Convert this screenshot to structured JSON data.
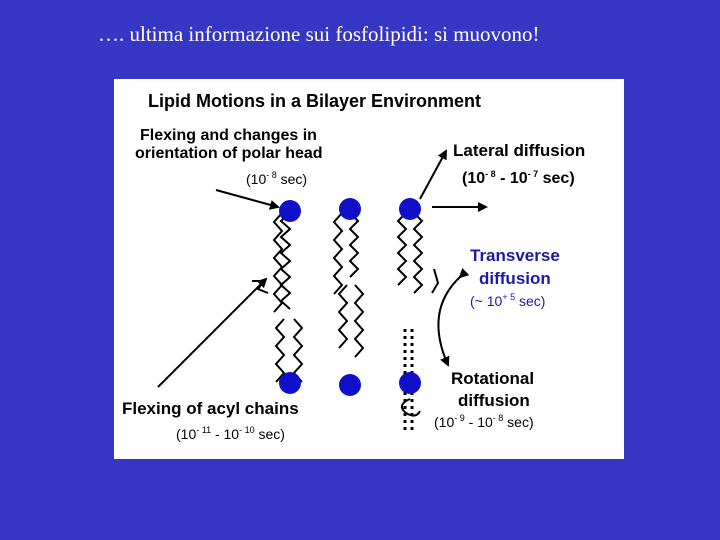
{
  "slide": {
    "title": "…. ultima informazione sui fosfolipidi: si muovono!"
  },
  "diagram": {
    "title": "Lipid Motions in a Bilayer Environment",
    "head_flex": {
      "line1": "Flexing and changes in",
      "line2": "orientation of polar head",
      "time_base": "(10",
      "time_exp": "- 8",
      "time_unit": " sec)"
    },
    "lateral": {
      "label": "Lateral diffusion",
      "t_open": "(10",
      "t_exp1": "- 8",
      "t_mid": " - 10",
      "t_exp2": "- 7",
      "t_close": " sec)"
    },
    "transverse": {
      "line1": "Transverse",
      "line2": "diffusion",
      "t_open": "(~ 10",
      "t_exp": "+ 5",
      "t_close": " sec)"
    },
    "rotational": {
      "line1": "Rotational",
      "line2": "diffusion",
      "t_open": "(10",
      "t_exp1": "- 9",
      "t_mid": " - 10",
      "t_exp2": "- 8",
      "t_close": " sec)"
    },
    "acyl_flex": {
      "label": "Flexing of acyl chains",
      "t_open": "(10",
      "t_exp1": "- 11",
      "t_mid": " - 10",
      "t_exp2": "- 10",
      "t_close": " sec)"
    },
    "colors": {
      "background": "#3636c4",
      "head": "#1010c8",
      "label_blue": "#1a1aa8",
      "panel": "#ffffff"
    }
  }
}
